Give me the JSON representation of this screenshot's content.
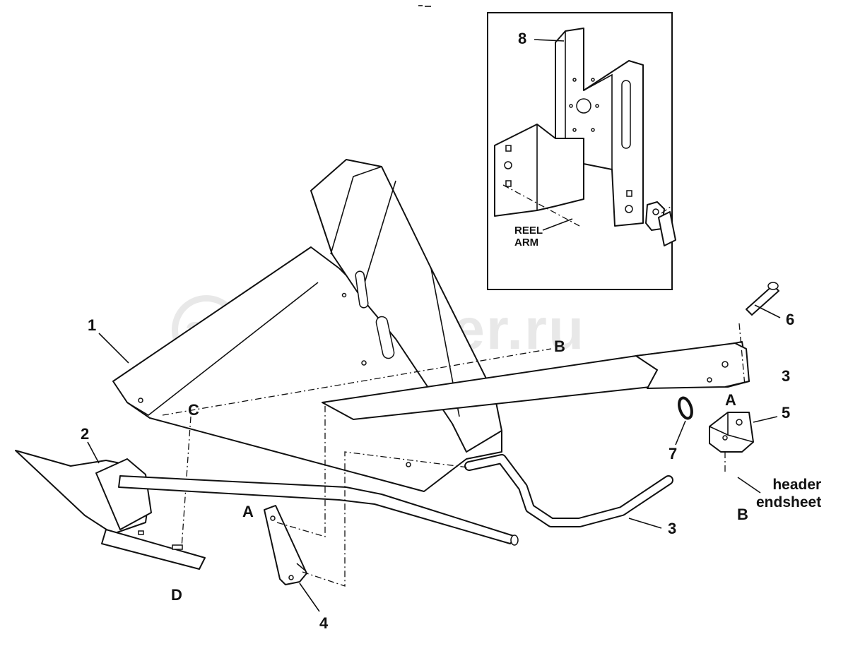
{
  "watermark": {
    "symbol": "a>",
    "text": "autopiter.ru"
  },
  "inset": {
    "part_number": "8",
    "note_line1": "REEL",
    "note_line2": "ARM"
  },
  "callouts": {
    "item_1": "1",
    "item_2": "2",
    "item_3_upper": "3",
    "item_3_lower": "3",
    "item_4": "4",
    "item_5": "5",
    "item_6": "6",
    "item_7": "7",
    "ref_a_left": "A",
    "ref_a_right": "A",
    "ref_b_top": "B",
    "ref_b_bottom": "B",
    "ref_c": "C",
    "ref_d": "D"
  },
  "notes": {
    "endsheet_line1": "header",
    "endsheet_line2": "endsheet"
  }
}
